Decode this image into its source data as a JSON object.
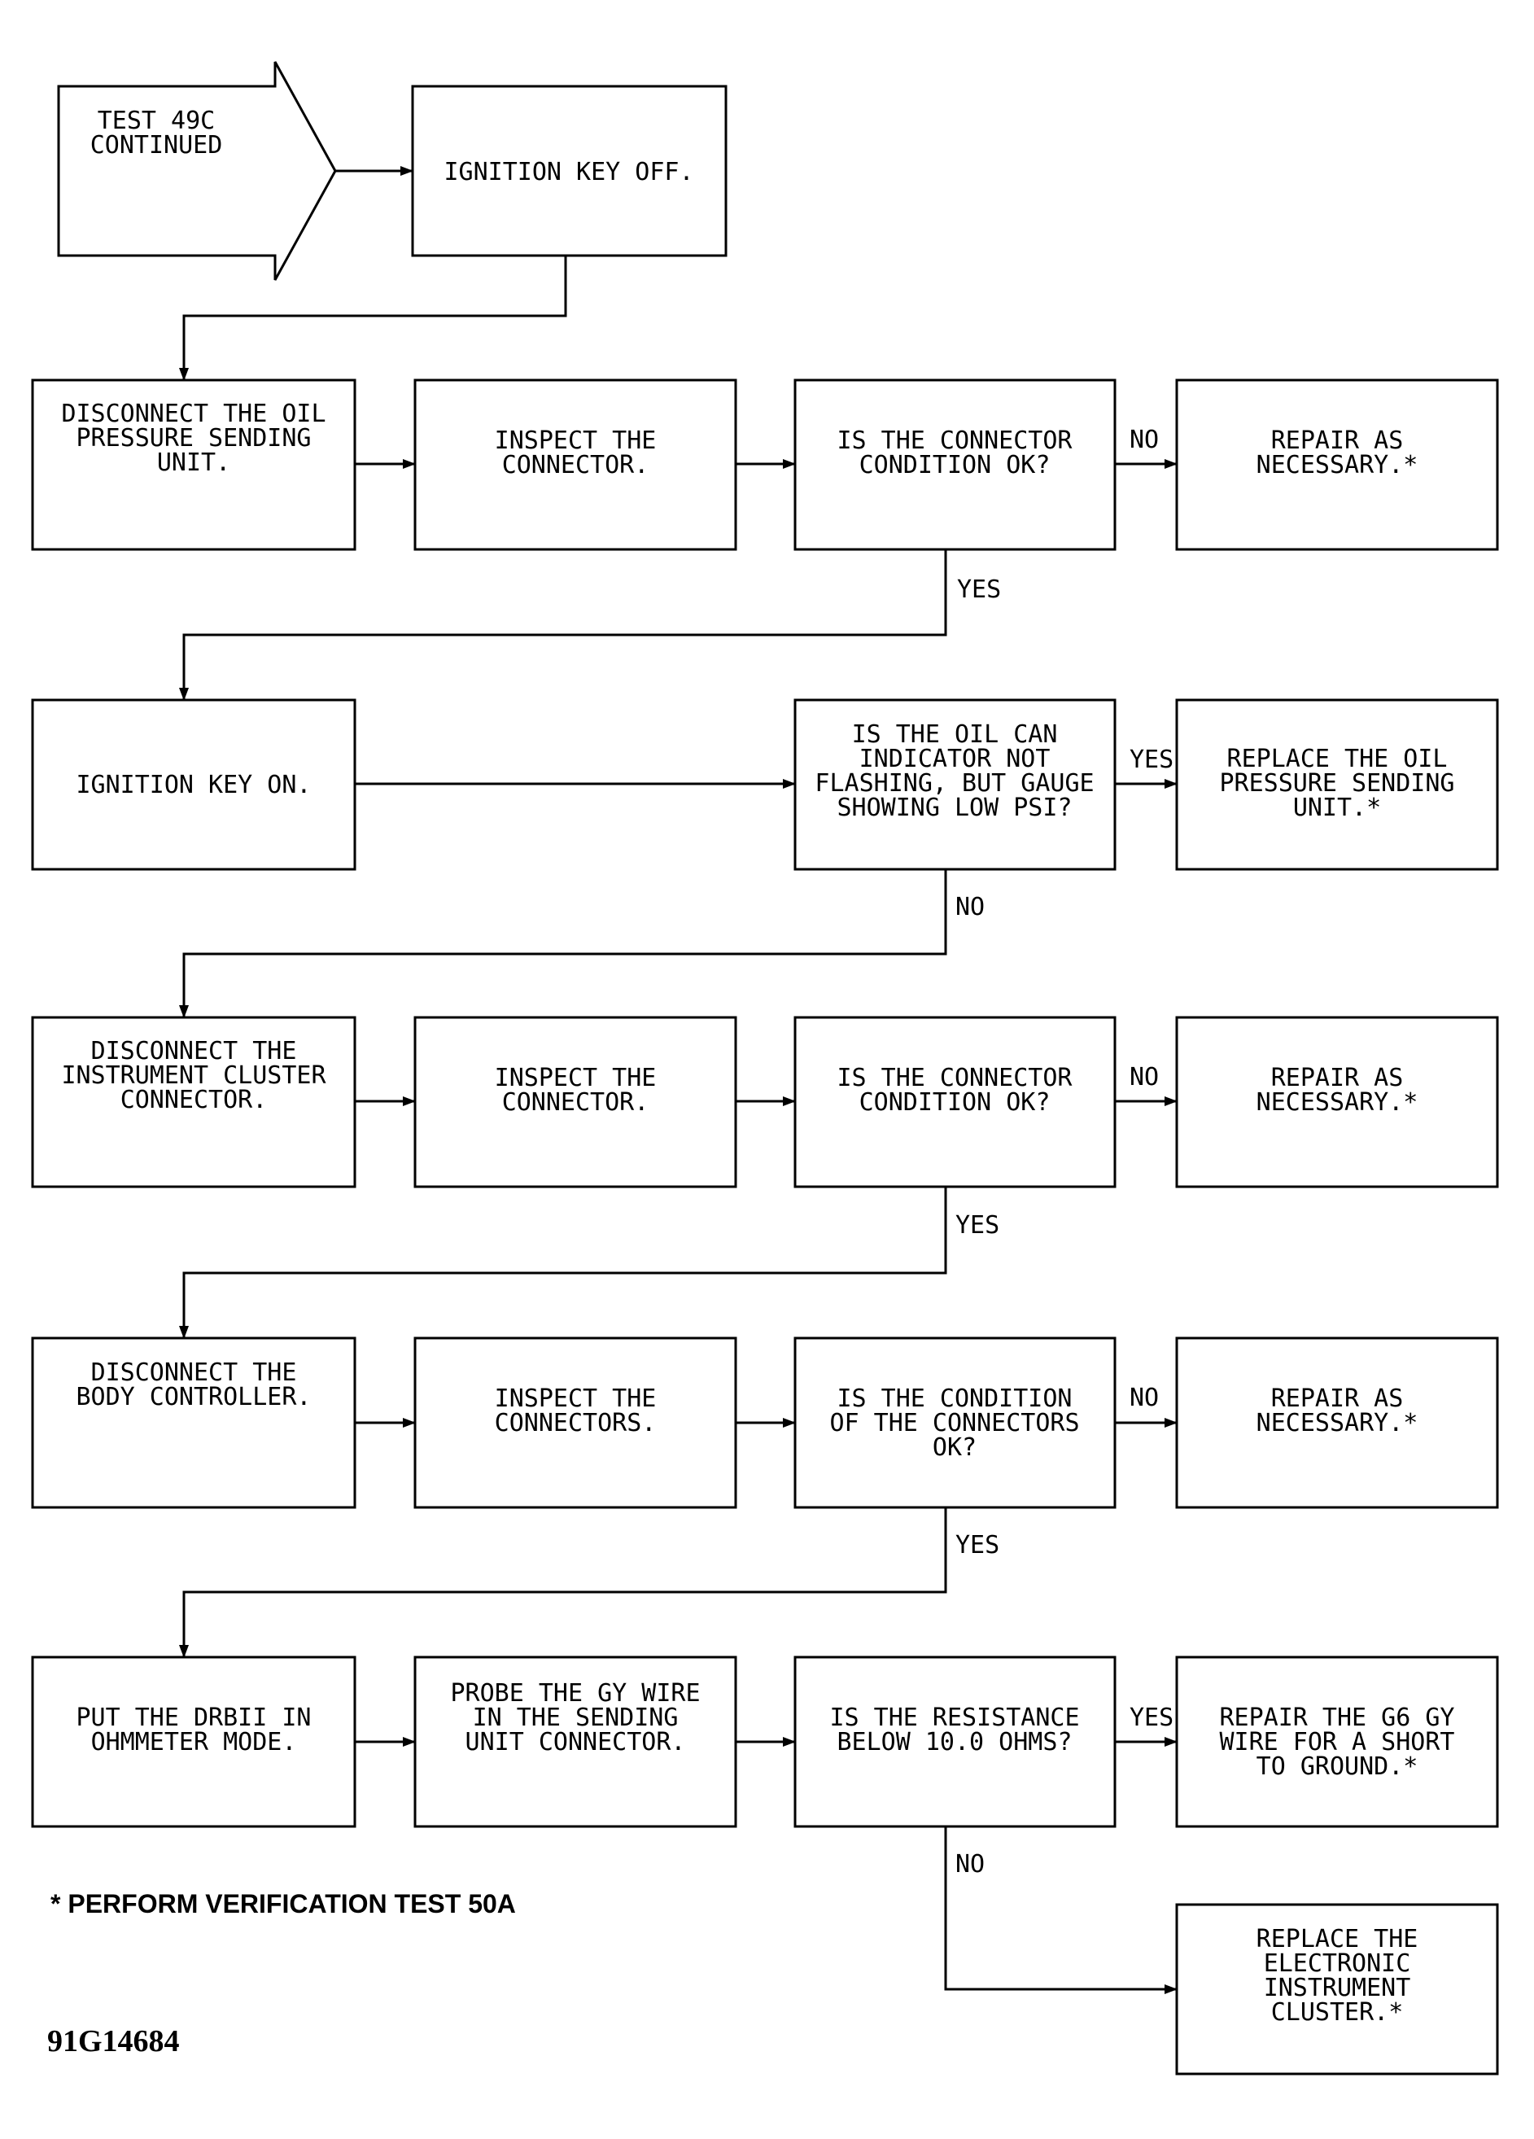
{
  "start_arrow": {
    "lines": [
      "TEST 49C",
      "CONTINUED"
    ]
  },
  "boxes": [
    {
      "id": "b_key_off",
      "lines": [
        "IGNITION KEY OFF."
      ]
    },
    {
      "id": "b_disc_oil",
      "lines": [
        "DISCONNECT THE OIL",
        "PRESSURE SENDING",
        "UNIT."
      ]
    },
    {
      "id": "b_insp1",
      "lines": [
        "INSPECT THE",
        "CONNECTOR."
      ]
    },
    {
      "id": "b_q1",
      "lines": [
        "IS THE CONNECTOR",
        "CONDITION OK?"
      ]
    },
    {
      "id": "b_rep1",
      "lines": [
        "REPAIR AS",
        "NECESSARY.*"
      ]
    },
    {
      "id": "b_key_on",
      "lines": [
        "IGNITION KEY ON."
      ]
    },
    {
      "id": "b_q2",
      "lines": [
        "IS THE OIL CAN",
        "INDICATOR NOT",
        "FLASHING, BUT GAUGE",
        "SHOWING LOW PSI?"
      ]
    },
    {
      "id": "b_replace_sender",
      "lines": [
        "REPLACE THE OIL",
        "PRESSURE SENDING",
        "UNIT.*"
      ]
    },
    {
      "id": "b_disc_cluster",
      "lines": [
        "DISCONNECT THE",
        "INSTRUMENT CLUSTER",
        "CONNECTOR."
      ]
    },
    {
      "id": "b_insp2",
      "lines": [
        "INSPECT THE",
        "CONNECTOR."
      ]
    },
    {
      "id": "b_q3",
      "lines": [
        "IS THE CONNECTOR",
        "CONDITION OK?"
      ]
    },
    {
      "id": "b_rep2",
      "lines": [
        "REPAIR AS",
        "NECESSARY.*"
      ]
    },
    {
      "id": "b_disc_body",
      "lines": [
        "DISCONNECT THE",
        "BODY CONTROLLER."
      ]
    },
    {
      "id": "b_insp3",
      "lines": [
        "INSPECT THE",
        "CONNECTORS."
      ]
    },
    {
      "id": "b_q4",
      "lines": [
        "IS THE CONDITION",
        "OF THE CONNECTORS",
        "OK?"
      ]
    },
    {
      "id": "b_rep3",
      "lines": [
        "REPAIR AS",
        "NECESSARY.*"
      ]
    },
    {
      "id": "b_drb",
      "lines": [
        "PUT THE DRBII IN",
        "OHMMETER MODE."
      ]
    },
    {
      "id": "b_probe",
      "lines": [
        "PROBE THE GY WIRE",
        "IN THE SENDING",
        "UNIT CONNECTOR."
      ]
    },
    {
      "id": "b_q5",
      "lines": [
        "IS THE RESISTANCE",
        "BELOW 10.0 OHMS?"
      ]
    },
    {
      "id": "b_repair_g6",
      "lines": [
        "REPAIR THE G6 GY",
        "WIRE FOR A SHORT",
        "TO GROUND.*"
      ]
    },
    {
      "id": "b_replace_cluster",
      "lines": [
        "REPLACE THE",
        "ELECTRONIC",
        "INSTRUMENT",
        "CLUSTER.*"
      ]
    }
  ],
  "connector_labels": [
    {
      "id": "l_no1",
      "text": "NO"
    },
    {
      "id": "l_yes1",
      "text": "YES"
    },
    {
      "id": "l_yes2",
      "text": "YES"
    },
    {
      "id": "l_no2",
      "text": "NO"
    },
    {
      "id": "l_no3",
      "text": "NO"
    },
    {
      "id": "l_yes3",
      "text": "YES"
    },
    {
      "id": "l_no4",
      "text": "NO"
    },
    {
      "id": "l_yes4",
      "text": "YES"
    },
    {
      "id": "l_yes5",
      "text": "YES"
    },
    {
      "id": "l_no5",
      "text": "NO"
    }
  ],
  "footnote": "* PERFORM VERIFICATION TEST 50A",
  "figure_id": "91G14684"
}
